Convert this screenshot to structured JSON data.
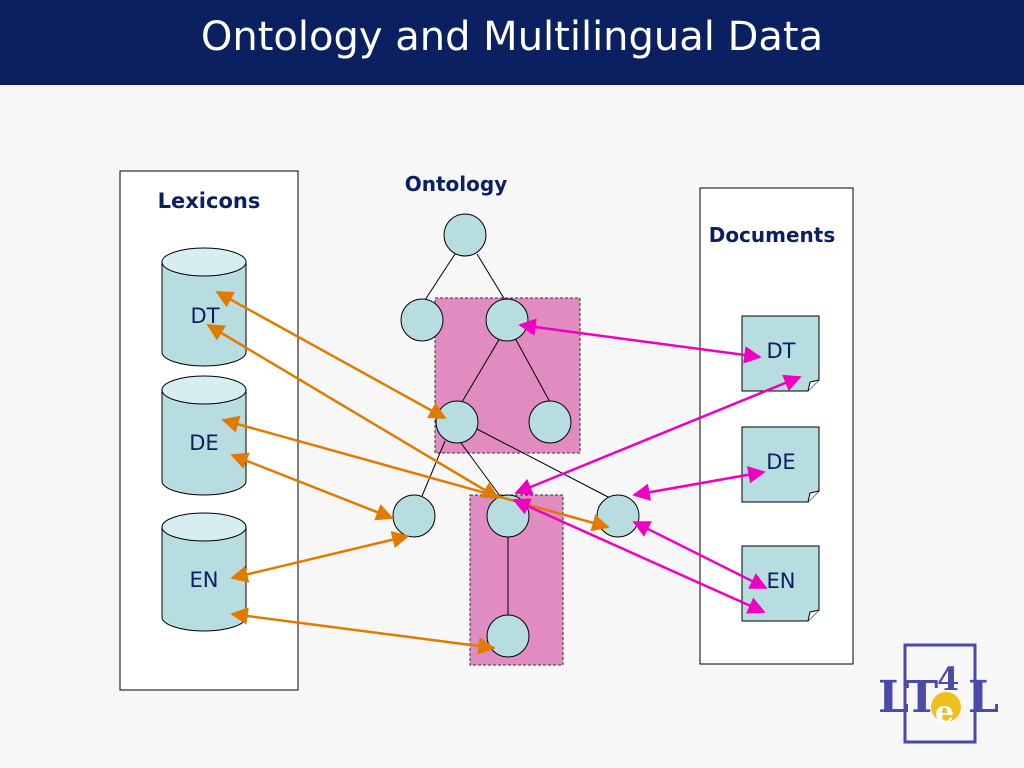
{
  "title": "Ontology and Multilingual Data",
  "sections": {
    "lexicons": "Lexicons",
    "ontology": "Ontology",
    "documents": "Documents"
  },
  "lexicons": [
    {
      "label": "DT"
    },
    {
      "label": "DE"
    },
    {
      "label": "EN"
    }
  ],
  "documents": [
    {
      "label": "DT"
    },
    {
      "label": "DE"
    },
    {
      "label": "EN"
    }
  ],
  "logo": {
    "text": "LT4eL"
  },
  "colors": {
    "title_bar": "#0b2060",
    "node_fill": "#b8dde0",
    "highlight": "#e08cc0",
    "lexicon_arrow": "#e07b00",
    "document_arrow": "#f000c0"
  }
}
